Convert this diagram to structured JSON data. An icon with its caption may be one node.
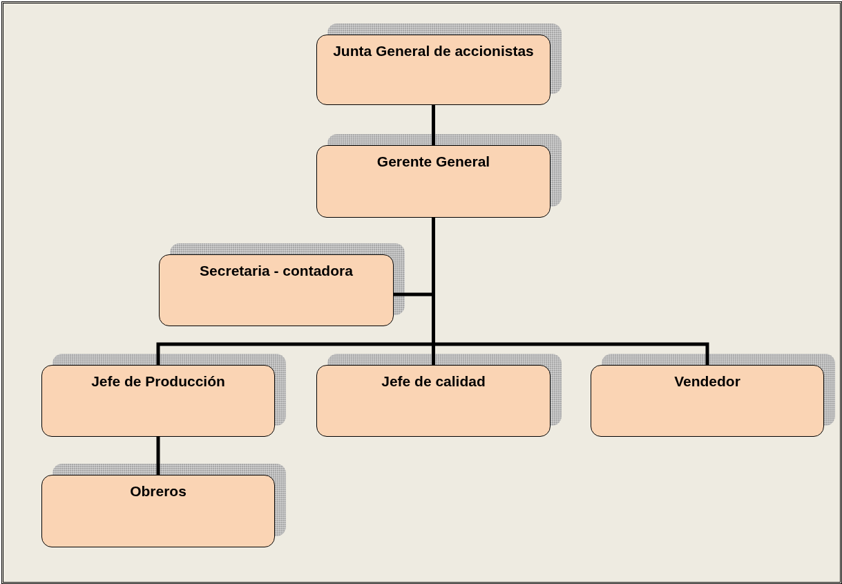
{
  "diagram": {
    "nodes": [
      {
        "text": [
          "Junta General de accionistas"
        ]
      },
      {
        "text": [
          "Gerente General"
        ]
      },
      {
        "text": [
          "Secretaria - contadora"
        ]
      },
      {
        "text": [
          "Jefe de Producción"
        ]
      },
      {
        "text": [
          "Jefe de calidad"
        ]
      },
      {
        "text": [
          "Vendedor"
        ]
      },
      {
        "text": [
          "Obreros"
        ]
      }
    ],
    "edges": [
      {
        "from": 0,
        "to": 1,
        "arrow": "none"
      },
      {
        "from": 1,
        "to": 2,
        "arrow": "none"
      },
      {
        "from": 1,
        "to": 3,
        "arrow": "none"
      },
      {
        "from": 1,
        "to": 4,
        "arrow": "none"
      },
      {
        "from": 1,
        "to": 5,
        "arrow": "none"
      },
      {
        "from": 3,
        "to": 6,
        "arrow": "none"
      }
    ]
  }
}
